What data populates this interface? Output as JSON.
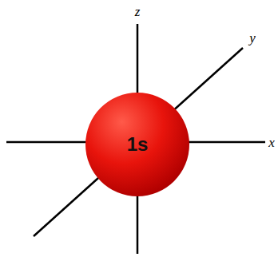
{
  "diagram": {
    "nodes": [
      {
        "text": [
          "1s"
        ]
      }
    ],
    "labels": [
      "z",
      "y",
      "x"
    ]
  }
}
